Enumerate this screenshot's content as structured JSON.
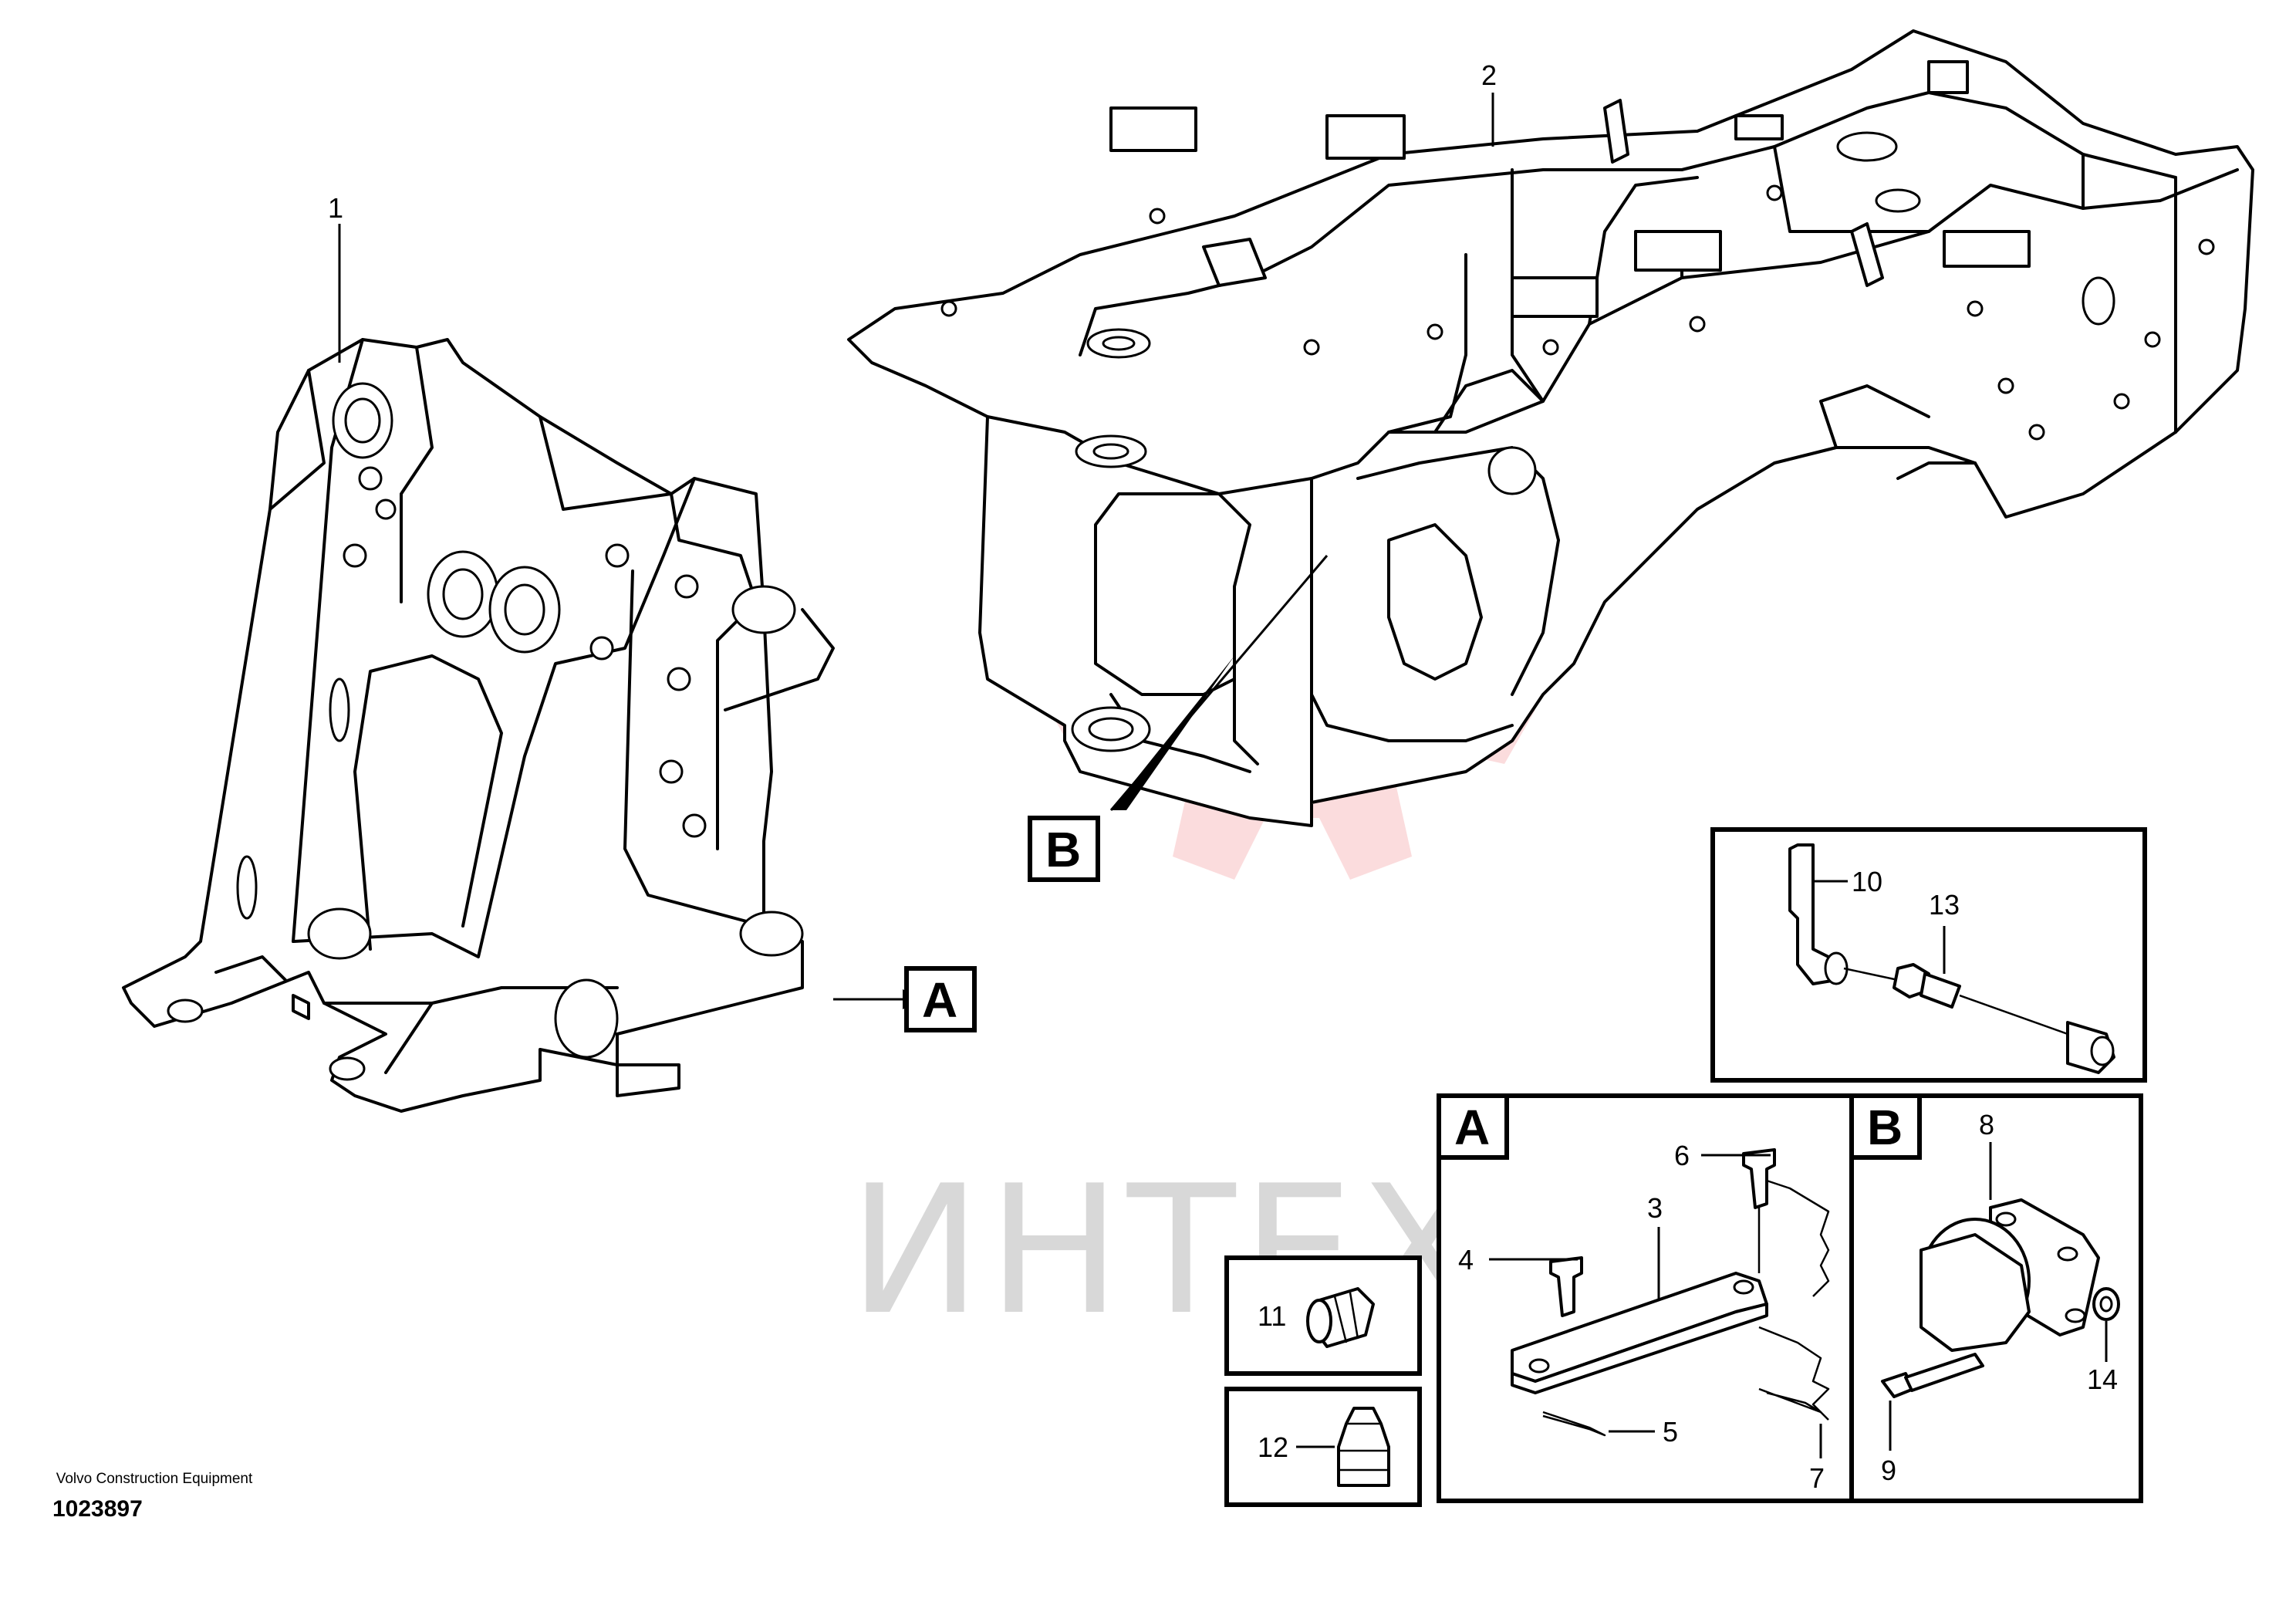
{
  "watermark": {
    "text": "ИНТЕХ",
    "color": "#e8232a"
  },
  "callouts": {
    "p1": "1",
    "p2": "2",
    "p3": "3",
    "p4": "4",
    "p5": "5",
    "p6": "6",
    "p7": "7",
    "p8": "8",
    "p9": "9",
    "p10": "10",
    "p11": "11",
    "p12": "12",
    "p13": "13",
    "p14": "14"
  },
  "detail_refs": {
    "a": "A",
    "b": "B"
  },
  "detail_boxes": {
    "a_title": "A",
    "b_title": "B"
  },
  "footer": {
    "manufacturer": "Volvo Construction Equipment",
    "drawing_number": "1023897"
  }
}
